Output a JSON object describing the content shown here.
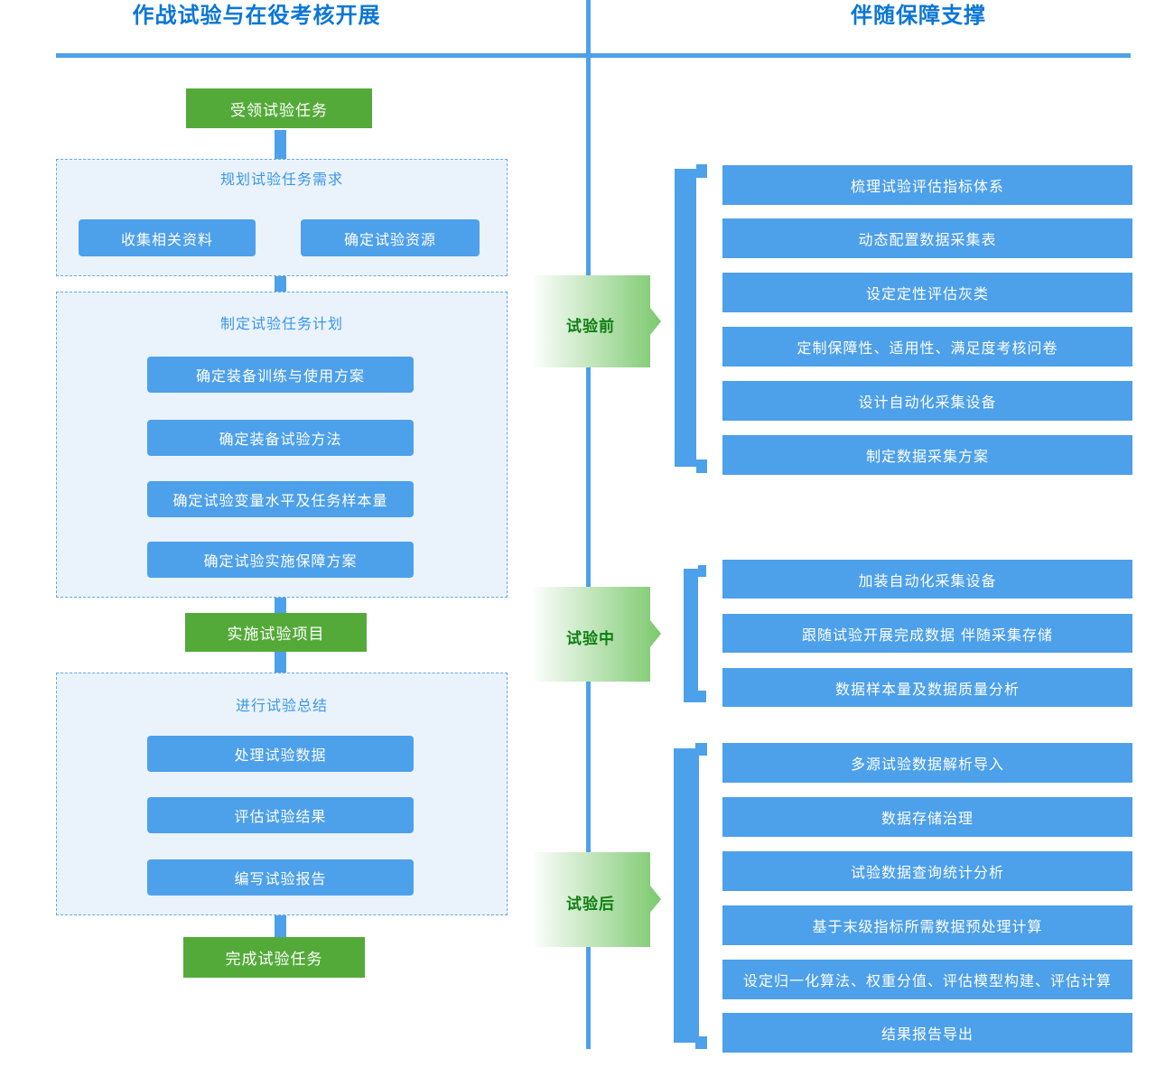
{
  "colors": {
    "bar-blue": "#4da0ea",
    "line-blue": "#3d95e6",
    "green-box": "#54aa39",
    "header-blue": "#0b76d6",
    "flow-title-blue": "#3a96e8",
    "container-fill": "#eaf3fc",
    "container-border": "#63a9ea",
    "arrow-text-green": "#0e7e12",
    "arrow-grad-start": "#fdfefd",
    "arrow-grad-end": "#7cc96f",
    "box-text": "#ffffff"
  },
  "headers": {
    "left": "作战试验与在役考核开展",
    "right": "伴随保障支撑"
  },
  "left_flow": {
    "start": "受领试验任务",
    "stage1": {
      "title": "规划试验任务需求",
      "boxes": [
        "收集相关资料",
        "确定试验资源"
      ]
    },
    "stage2": {
      "title": "制定试验任务计划",
      "steps": [
        "确定装备训练与使用方案",
        "确定装备试验方法",
        "确定试验变量水平及任务样本量",
        "确定试验实施保障方案"
      ]
    },
    "middle": "实施试验项目",
    "stage3": {
      "title": "进行试验总结",
      "steps": [
        "处理试验数据",
        "评估试验结果",
        "编写试验报告"
      ]
    },
    "end": "完成试验任务"
  },
  "right_groups": [
    {
      "label": "试验前",
      "bars": [
        "梳理试验评估指标体系",
        "动态配置数据采集表",
        "设定定性评估灰类",
        "定制保障性、适用性、满足度考核问卷",
        "设计自动化采集设备",
        "制定数据采集方案"
      ]
    },
    {
      "label": "试验中",
      "bars": [
        "加装自动化采集设备",
        "跟随试验开展完成数据 伴随采集存储",
        "数据样本量及数据质量分析"
      ]
    },
    {
      "label": "试验后",
      "bars": [
        "多源试验数据解析导入",
        "数据存储治理",
        "试验数据查询统计分析",
        "基于末级指标所需数据预处理计算",
        "设定归一化算法、权重分值、评估模型构建、评估计算",
        "结果报告导出"
      ]
    }
  ]
}
